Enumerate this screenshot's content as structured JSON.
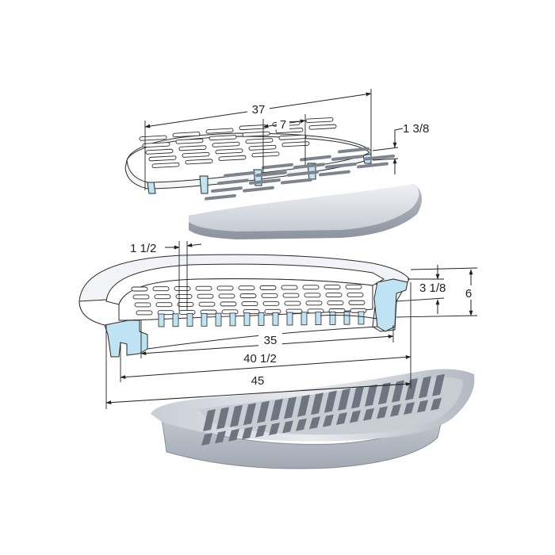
{
  "dimensions": {
    "top_grate_width": "37",
    "top_grate_slot_pitch": "7",
    "top_grate_thickness": "1 3/8",
    "frame_bar_width": "1 1/2",
    "frame_grate_depth": "3 1/8",
    "frame_total_height": "6",
    "frame_clear_opening": "35",
    "frame_seat_width": "40 1/2",
    "frame_overall_width": "45"
  },
  "colors": {
    "metal_light": "#e6e9ee",
    "metal_mid": "#b9bec7",
    "metal_dark": "#8a909b",
    "section_cut": "#bfe3f3",
    "outline": "#2a2a2a"
  }
}
